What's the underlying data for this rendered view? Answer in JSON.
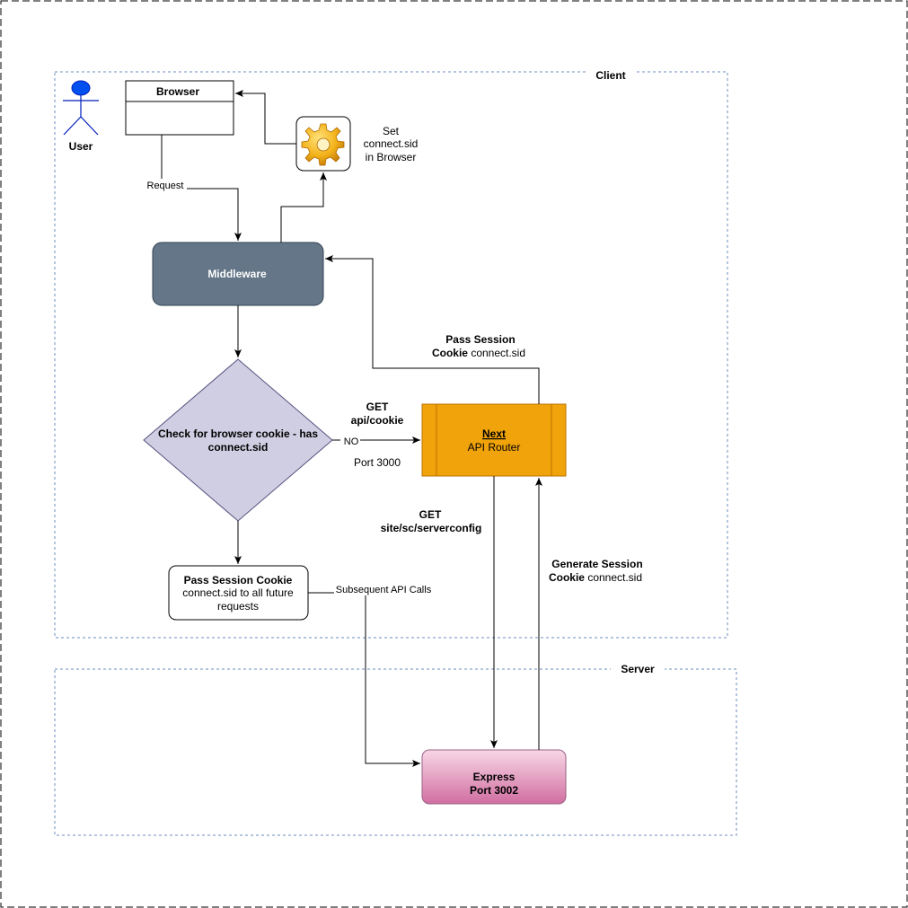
{
  "groups": {
    "client": "Client",
    "server": "Server"
  },
  "actor": {
    "label": "User"
  },
  "browser": {
    "title": "Browser"
  },
  "set_cookie": {
    "line1": "Set",
    "line2": "connect.sid",
    "line3": "in Browser"
  },
  "request_label": "Request",
  "middleware": {
    "label": "Middleware"
  },
  "decision": {
    "line1": "Check for browser cookie - has",
    "line2": "connect.sid"
  },
  "no_label": "NO",
  "get_cookie": {
    "line1": "GET",
    "line2": "api/cookie"
  },
  "port_3000": "Port 3000",
  "next_router": {
    "title": "Next",
    "subtitle": "API Router"
  },
  "pass_session": {
    "line1": "Pass Session",
    "line2_bold": "Cookie",
    "line2_rest": " connect.sid"
  },
  "get_serverconfig": {
    "line1": "GET",
    "line2": "site/sc/serverconfig"
  },
  "generate_session": {
    "line1": "Generate Session",
    "line2_bold": "Cookie",
    "line2_rest": " connect.sid"
  },
  "pass_future": {
    "line1": "Pass Session Cookie",
    "line2": "connect.sid to all future",
    "line3": "requests"
  },
  "subsequent_calls": "Subsequent API Calls",
  "express": {
    "line1": "Express",
    "line2": "Port 3002"
  },
  "colors": {
    "middleware_fill": "#647687",
    "decision_fill": "#d0cee2",
    "next_fill": "#f0a30a",
    "next_stroke": "#bd7000",
    "express_fill_top": "#f8d7e6",
    "express_fill_bottom": "#d16ea1",
    "actor_fill": "#0050ef"
  }
}
